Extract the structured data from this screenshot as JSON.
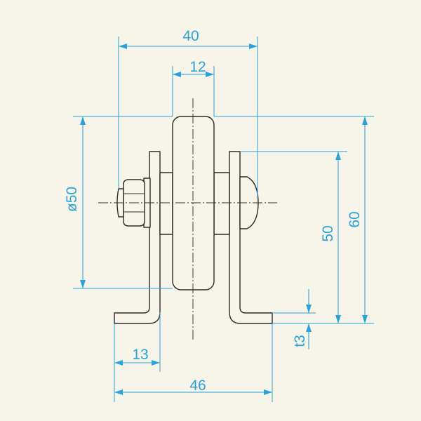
{
  "drawing": {
    "dimensions": {
      "overall_width_top": "40",
      "wheel_width": "12",
      "wheel_diameter": "ø50",
      "axle_height": "50",
      "bracket_height": "60",
      "plate_thickness": "t3",
      "foot_length": "13",
      "base_width": "46"
    }
  },
  "colors": {
    "background": "#f7f4ea",
    "dimension": "#2aa3d8",
    "outline": "#2b2b2b"
  }
}
